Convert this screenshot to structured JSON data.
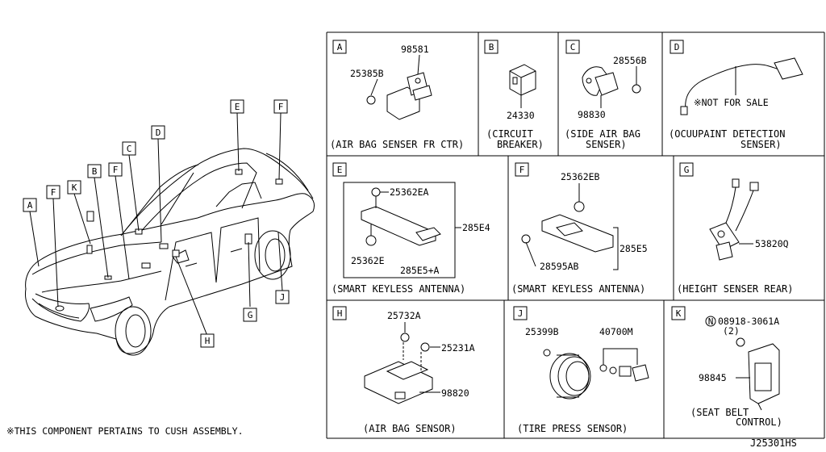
{
  "diagram_id": "J25301HS",
  "footnote": "※THIS COMPONENT PERTAINS TO CUSH ASSEMBLY.",
  "overview": {
    "callouts": [
      "A",
      "F",
      "K",
      "B",
      "F",
      "C",
      "D",
      "E",
      "F",
      "G",
      "J",
      "H"
    ]
  },
  "panels": {
    "A": {
      "letter": "A",
      "parts": [
        "98581",
        "25385B"
      ],
      "caption": [
        "(AIR BAG SENSER FR CTR)"
      ]
    },
    "B": {
      "letter": "B",
      "parts": [
        "24330"
      ],
      "caption": [
        "(CIRCUIT",
        "BREAKER)"
      ]
    },
    "C": {
      "letter": "C",
      "parts": [
        "28556B",
        "98830"
      ],
      "caption": [
        "(SIDE AIR BAG",
        "SENSER)"
      ]
    },
    "D": {
      "letter": "D",
      "parts": [
        "※NOT FOR SALE"
      ],
      "caption": [
        "(OCUUPAINT DETECTION",
        "SENSER)"
      ]
    },
    "E": {
      "letter": "E",
      "parts": [
        "25362EA",
        "285E4",
        "25362E",
        "285E5+A"
      ],
      "caption": [
        "(SMART KEYLESS ANTENNA)"
      ]
    },
    "F": {
      "letter": "F",
      "parts": [
        "25362EB",
        "285E5",
        "28595AB"
      ],
      "caption": [
        "(SMART KEYLESS ANTENNA)"
      ]
    },
    "G": {
      "letter": "G",
      "parts": [
        "53820Q"
      ],
      "caption": [
        "(HEIGHT SENSER REAR)"
      ]
    },
    "H": {
      "letter": "H",
      "parts": [
        "25732A",
        "25231A",
        "98820"
      ],
      "caption": [
        "(AIR BAG SENSOR)"
      ]
    },
    "J": {
      "letter": "J",
      "parts": [
        "25399B",
        "40700M"
      ],
      "caption": [
        "(TIRE PRESS SENSOR)"
      ]
    },
    "K": {
      "letter": "K",
      "parts": [
        "08918-3061A",
        "(2)",
        "98845"
      ],
      "caption": [
        "(SEAT BELT",
        "CONTROL)"
      ],
      "circled_prefix": "N"
    }
  }
}
